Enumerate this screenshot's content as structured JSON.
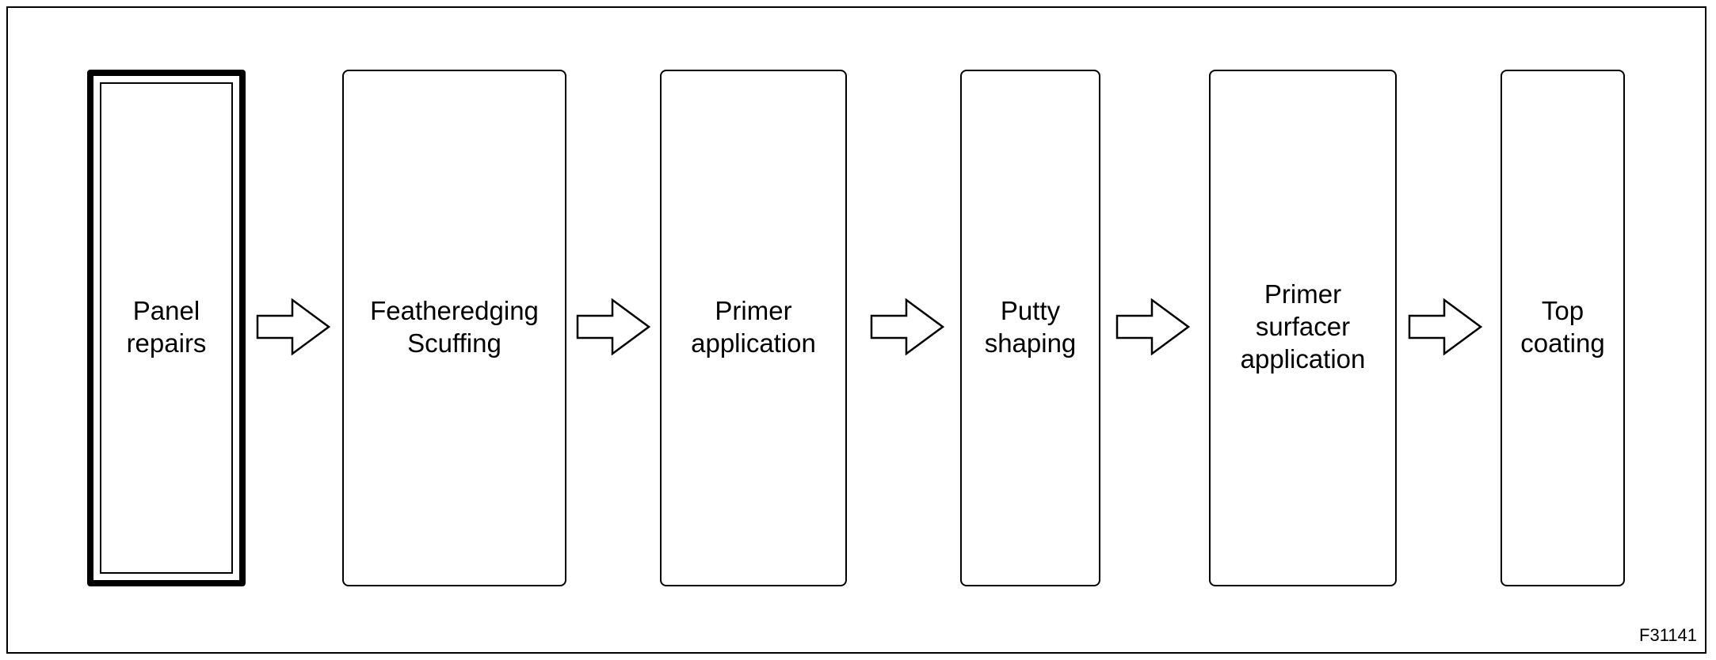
{
  "steps": [
    {
      "label": "Panel\nrepairs"
    },
    {
      "label": "Featheredging\nScuffing"
    },
    {
      "label": "Primer\napplication"
    },
    {
      "label": "Putty\nshaping"
    },
    {
      "label": "Primer\nsurfacer\napplication"
    },
    {
      "label": "Top\ncoating"
    }
  ],
  "figure_id": "F31141"
}
